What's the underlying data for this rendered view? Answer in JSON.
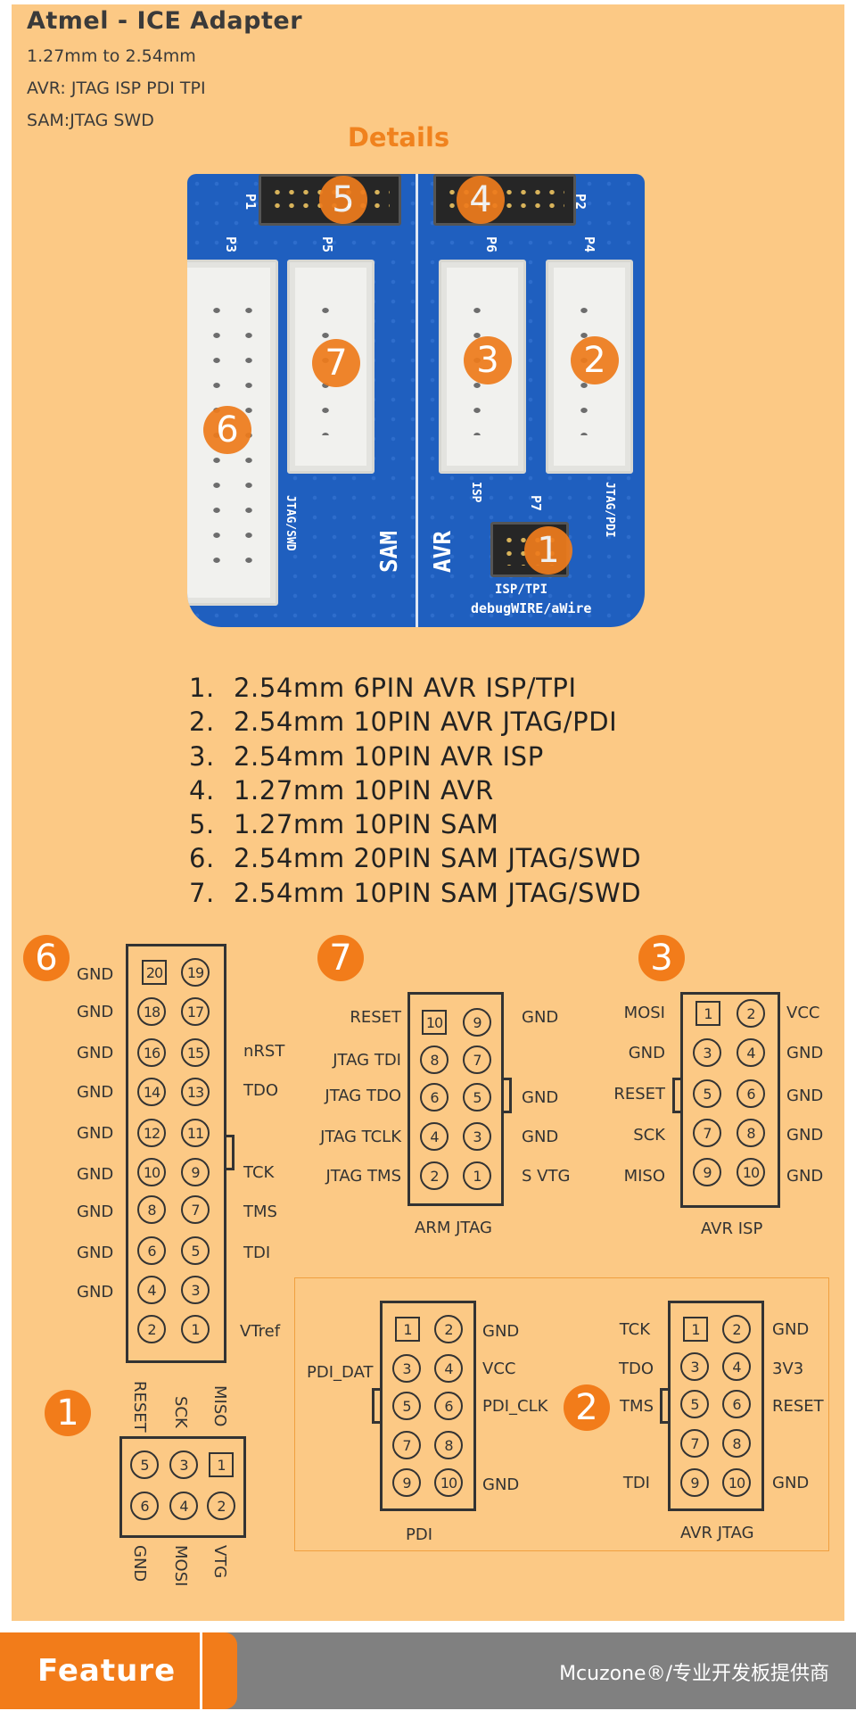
{
  "header": {
    "title": "Atmel - ICE Adapter",
    "lines": [
      "1.27mm to 2.54mm",
      "AVR: JTAG ISP PDI TPI",
      "SAM:JTAG SWD"
    ],
    "details": "Details"
  },
  "board": {
    "silk": {
      "p1": "P1",
      "p2": "P2",
      "p3": "P3",
      "p4": "P4",
      "p5": "P5",
      "p6": "P6",
      "p7": "P7",
      "jtag_swd": "JTAG/SWD",
      "isp": "ISP",
      "jtag_pdi": "JTAG/PDI",
      "sam": "SAM",
      "avr": "AVR",
      "isp_tpi": "ISP/TPI",
      "debugwire": "debugWIRE/aWire"
    },
    "markers": [
      "1",
      "2",
      "3",
      "4",
      "5",
      "6",
      "7"
    ]
  },
  "legend": [
    {
      "num": "1.",
      "text": "2.54mm 6PIN AVR ISP/TPI"
    },
    {
      "num": "2.",
      "text": "2.54mm 10PIN AVR JTAG/PDI"
    },
    {
      "num": "3.",
      "text": "2.54mm 10PIN AVR ISP"
    },
    {
      "num": "4.",
      "text": "1.27mm 10PIN AVR"
    },
    {
      "num": "5.",
      "text": "1.27mm 10PIN SAM"
    },
    {
      "num": "6.",
      "text": "2.54mm 20PIN SAM JTAG/SWD"
    },
    {
      "num": "7.",
      "text": "2.54mm 10PIN SAM JTAG/SWD"
    }
  ],
  "pinouts": {
    "c6": {
      "badge": "6",
      "left": [
        "GND",
        "GND",
        "GND",
        "GND",
        "GND",
        "GND",
        "GND",
        "GND",
        "GND"
      ],
      "right": [
        "nRST",
        "TDO",
        "TCK",
        "TMS",
        "TDI",
        "VTref"
      ],
      "pins": [
        "20",
        "19",
        "18",
        "17",
        "16",
        "15",
        "14",
        "13",
        "12",
        "11",
        "10",
        "9",
        "8",
        "7",
        "6",
        "5",
        "4",
        "3",
        "2",
        "1"
      ]
    },
    "c7": {
      "badge": "7",
      "caption": "ARM JTAG",
      "left": [
        "RESET",
        "JTAG TDI",
        "JTAG TDO",
        "JTAG TCLK",
        "JTAG TMS"
      ],
      "right": [
        "GND",
        "GND",
        "GND",
        "S VTG"
      ],
      "pins": [
        "10",
        "9",
        "8",
        "7",
        "6",
        "5",
        "4",
        "3",
        "2",
        "1"
      ]
    },
    "c3": {
      "badge": "3",
      "caption": "AVR ISP",
      "left": [
        "MOSI",
        "GND",
        "RESET",
        "SCK",
        "MISO"
      ],
      "right": [
        "VCC",
        "GND",
        "GND",
        "GND",
        "GND"
      ],
      "pins": [
        "1",
        "2",
        "3",
        "4",
        "5",
        "6",
        "7",
        "8",
        "9",
        "10"
      ]
    },
    "c1": {
      "badge": "1",
      "top": [
        "RESET",
        "SCK",
        "MISO"
      ],
      "bottom": [
        "GND",
        "MOSI",
        "VTG"
      ],
      "pins": [
        "5",
        "3",
        "1",
        "6",
        "4",
        "2"
      ]
    },
    "pdi": {
      "caption": "PDI",
      "left": [
        "PDI_DAT"
      ],
      "right": [
        "GND",
        "VCC",
        "PDI_CLK",
        "GND"
      ],
      "pins": [
        "1",
        "2",
        "3",
        "4",
        "5",
        "6",
        "7",
        "8",
        "9",
        "10"
      ]
    },
    "c2": {
      "badge": "2",
      "caption": "AVR JTAG",
      "left": [
        "TCK",
        "TDO",
        "TMS",
        "TDI"
      ],
      "right": [
        "GND",
        "3V3",
        "RESET",
        "GND"
      ],
      "pins": [
        "1",
        "2",
        "3",
        "4",
        "5",
        "6",
        "7",
        "8",
        "9",
        "10"
      ]
    }
  },
  "footer": {
    "tab": "Feature",
    "brand": "Mcuzone®/专业开发板提供商"
  },
  "colors": {
    "panel": "#fcc985",
    "accent": "#f27c1a",
    "board": "#1f5fbf"
  }
}
